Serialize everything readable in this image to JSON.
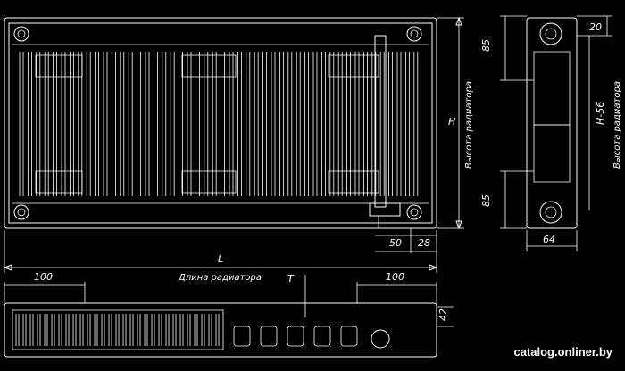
{
  "dimensions": {
    "front_length": "L",
    "front_height": "H",
    "bracket_offset": "50",
    "side_offset": "28",
    "side_top_offset": "20",
    "side_top_left": "85",
    "side_bottom_left": "85",
    "side_center": "H-56",
    "side_depth": "64",
    "top_left_100": "100",
    "top_right_100": "100",
    "top_depth": "42",
    "axis_label": "T"
  },
  "labels": {
    "length_caption": "Длина радиатора",
    "height_caption": "Высота радиатора",
    "side_height_caption": "Высота радиатора"
  },
  "watermark": "catalog.onliner.by"
}
